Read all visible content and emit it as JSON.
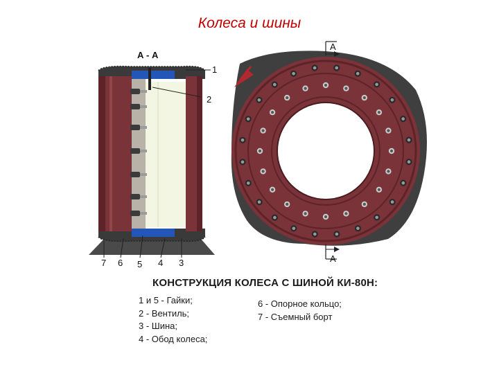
{
  "title": "Колеса и шины",
  "section_label": "А - А",
  "section_mark": "А",
  "callouts": [
    "1",
    "2",
    "7",
    "6",
    "5",
    "4",
    "3"
  ],
  "legend_heading": "КОНСТРУКЦИЯ КОЛЕСА С ШИНОЙ КИ-80Н:",
  "legend_left": [
    "1 и 5 - Гайки;",
    "2 - Вентиль;",
    "3 - Шина;",
    "4 - Обод колеса;"
  ],
  "legend_right": [
    "6 - Опорное кольцо;",
    "7 - Съемный борт"
  ],
  "colors": {
    "title": "#c00000",
    "rim": "#7a3338",
    "tire": "#3a3a3a",
    "tube": "#2456b8",
    "interior": "#f3f6e2"
  }
}
